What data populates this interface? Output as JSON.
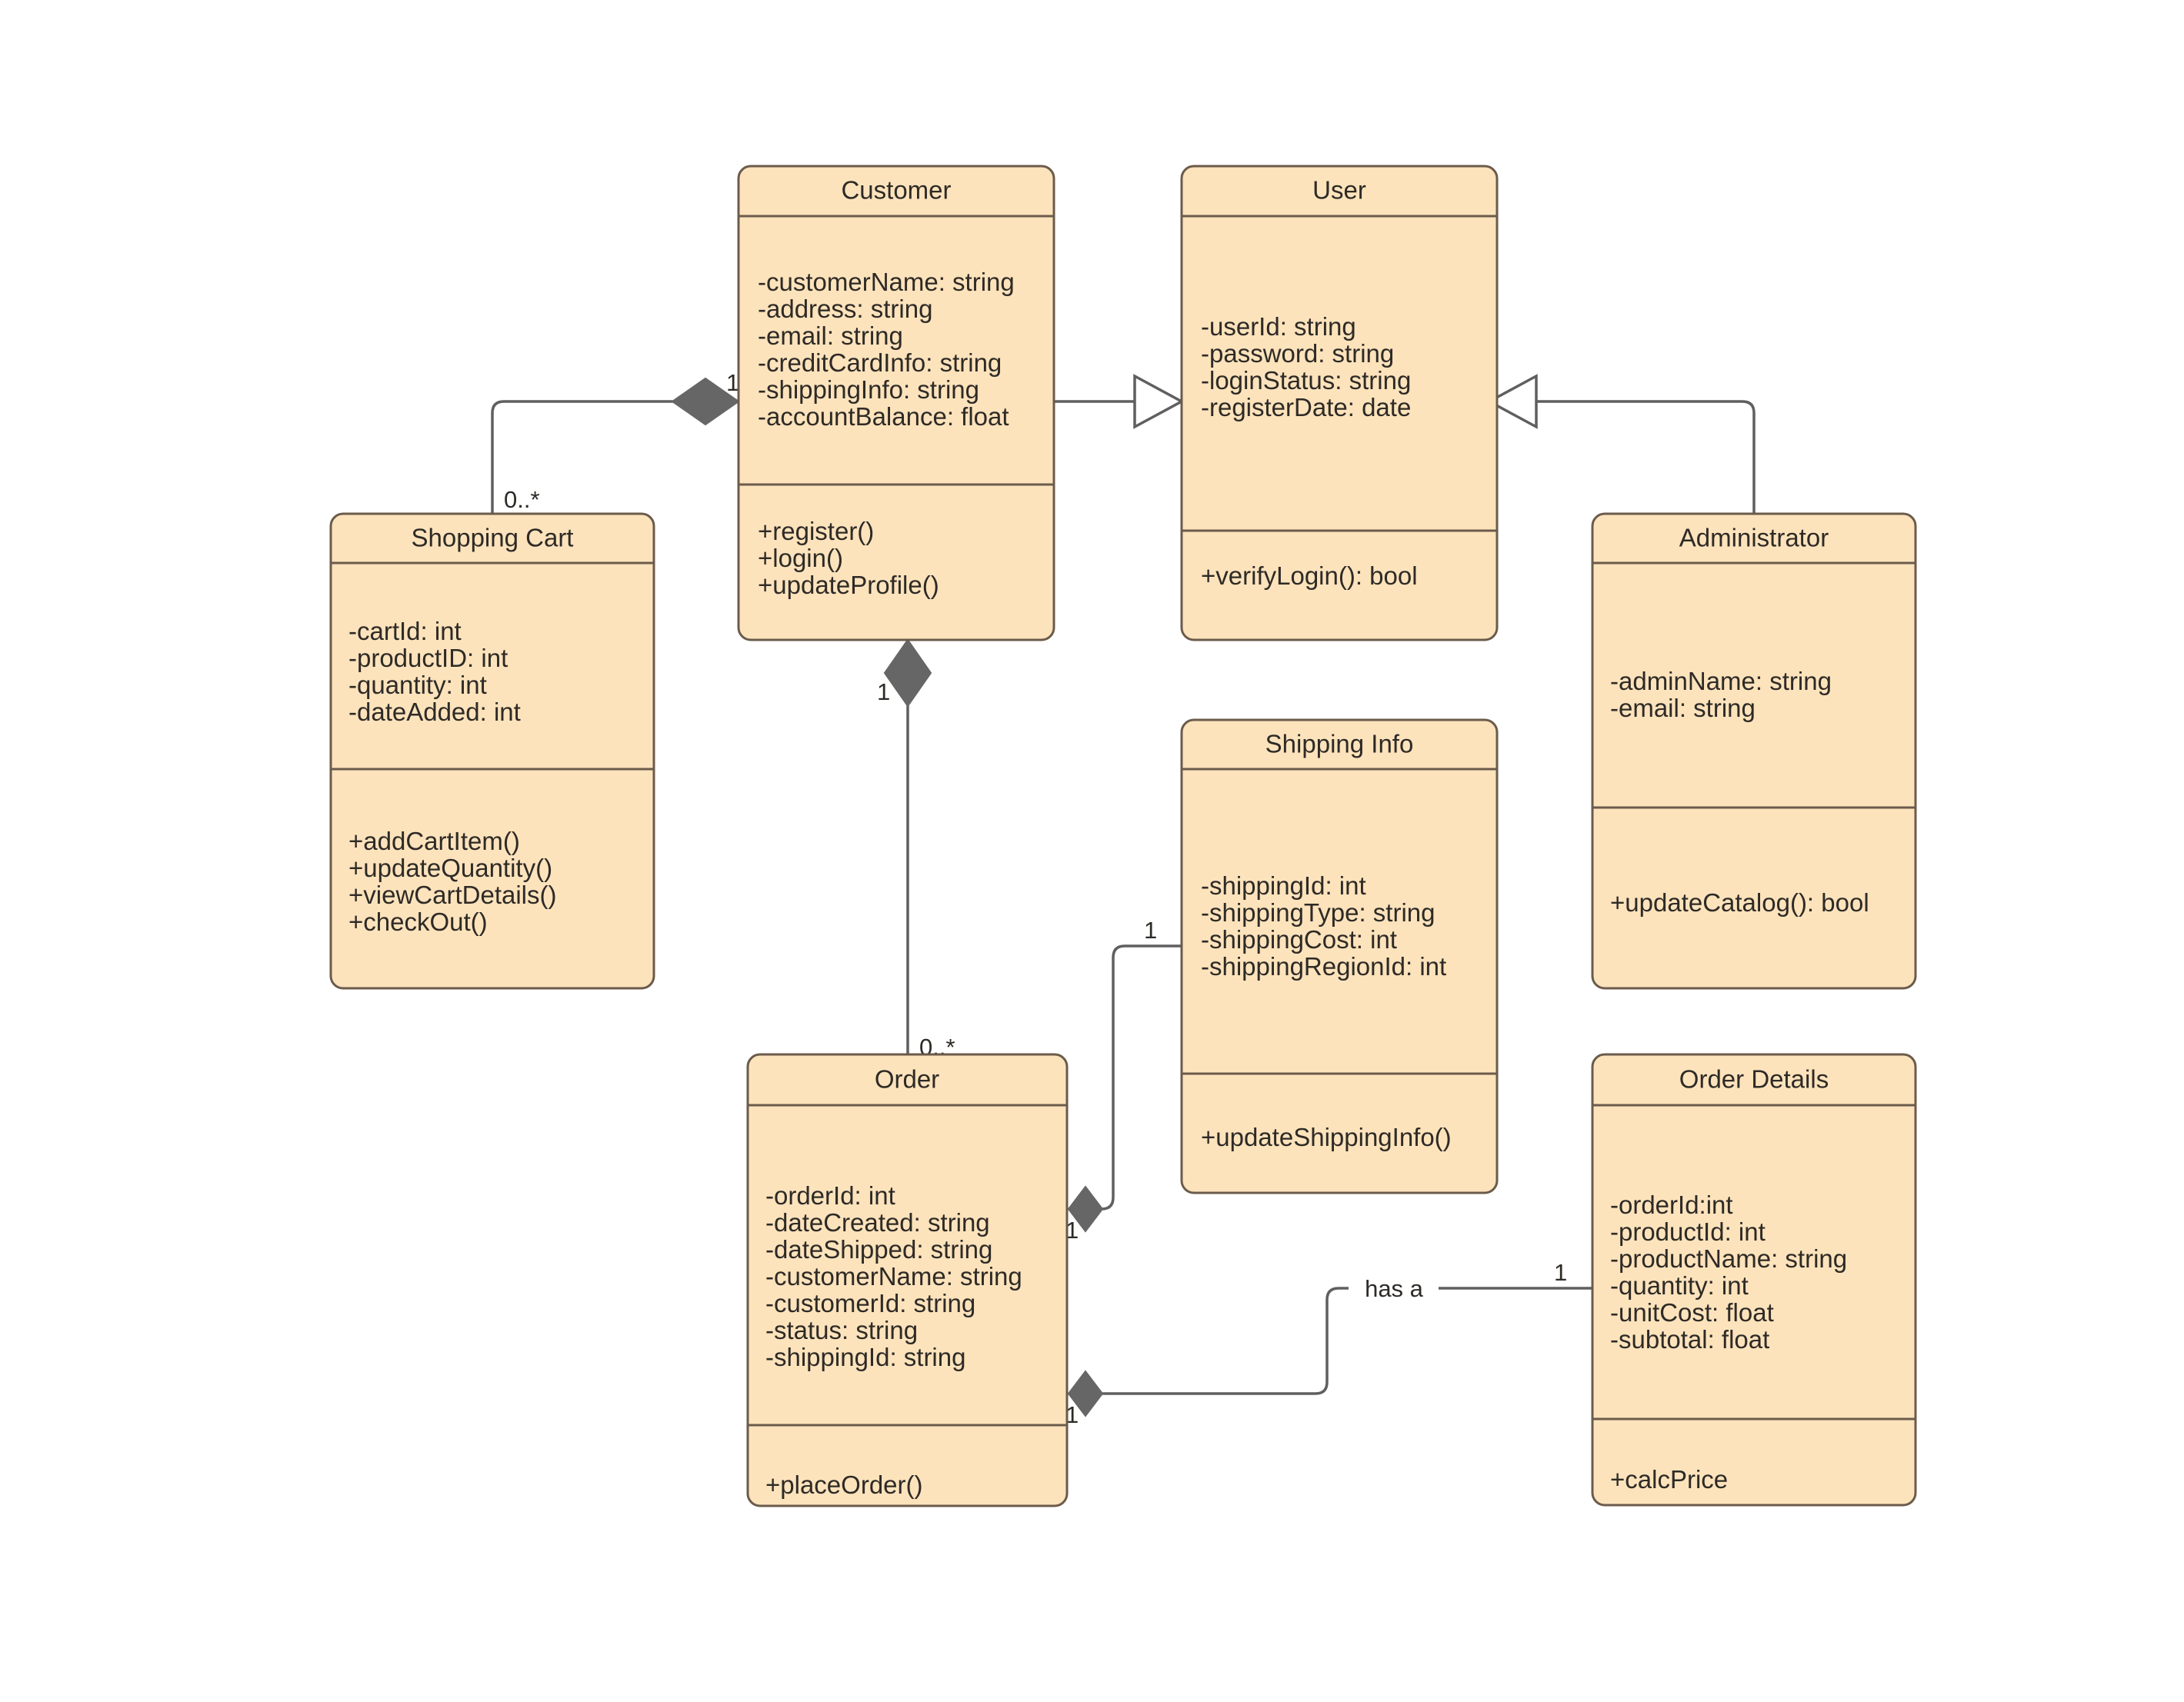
{
  "diagram": {
    "kind": "uml-class-diagram",
    "title": "",
    "colors": {
      "class_fill": "#fce3bc",
      "class_border": "#6b5b4b",
      "connector": "#5f5f5f",
      "diamond_fill": "#666666",
      "text": "#2e2a26",
      "background": "#ffffff"
    }
  },
  "classes": [
    {
      "id": "customer",
      "name": "Customer",
      "attributes": [
        "-customerName: string",
        "-address: string",
        "-email: string",
        "-creditCardInfo: string",
        "-shippingInfo: string",
        "-accountBalance: float"
      ],
      "methods": [
        "+register()",
        "+login()",
        "+updateProfile()"
      ]
    },
    {
      "id": "user",
      "name": "User",
      "attributes": [
        "-userId: string",
        "-password: string",
        "-loginStatus: string",
        "-registerDate: date"
      ],
      "methods": [
        "+verifyLogin(): bool"
      ]
    },
    {
      "id": "shopping-cart",
      "name": "Shopping Cart",
      "attributes": [
        "-cartId: int",
        "-productID: int",
        "-quantity: int",
        "-dateAdded: int"
      ],
      "methods": [
        "+addCartItem()",
        "+updateQuantity()",
        "+viewCartDetails()",
        "+checkOut()"
      ]
    },
    {
      "id": "administrator",
      "name": "Administrator",
      "attributes": [
        "-adminName: string",
        "-email: string"
      ],
      "methods": [
        "+updateCatalog(): bool"
      ]
    },
    {
      "id": "shipping-info",
      "name": "Shipping Info",
      "attributes": [
        "-shippingId: int",
        "-shippingType: string",
        "-shippingCost: int",
        "-shippingRegionId: int"
      ],
      "methods": [
        "+updateShippingInfo()"
      ]
    },
    {
      "id": "order",
      "name": "Order",
      "attributes": [
        "-orderId: int",
        "-dateCreated: string",
        "-dateShipped: string",
        "-customerName: string",
        "-customerId: string",
        "-status: string",
        "-shippingId: string"
      ],
      "methods": [
        "+placeOrder()"
      ]
    },
    {
      "id": "order-details",
      "name": "Order Details",
      "attributes": [
        "-orderId:int",
        "-productId: int",
        "-productName: string",
        "-quantity: int",
        "-unitCost: float",
        "-subtotal: float"
      ],
      "methods": [
        "+calcPrice"
      ]
    }
  ],
  "relationships": [
    {
      "id": "customer-shopping-cart",
      "type": "composition",
      "from": "customer",
      "to": "shopping-cart",
      "label": "",
      "source_multiplicity": "1",
      "target_multiplicity": "0..*"
    },
    {
      "id": "customer-user",
      "type": "generalization",
      "from": "customer",
      "to": "user",
      "label": "",
      "source_multiplicity": "",
      "target_multiplicity": ""
    },
    {
      "id": "administrator-user",
      "type": "generalization",
      "from": "administrator",
      "to": "user",
      "label": "",
      "source_multiplicity": "",
      "target_multiplicity": ""
    },
    {
      "id": "customer-order",
      "type": "composition",
      "from": "customer",
      "to": "order",
      "label": "",
      "source_multiplicity": "1",
      "target_multiplicity": "0..*"
    },
    {
      "id": "order-shipping-info",
      "type": "composition",
      "from": "order",
      "to": "shipping-info",
      "label": "",
      "source_multiplicity": "1",
      "target_multiplicity": "1"
    },
    {
      "id": "order-order-details",
      "type": "composition",
      "from": "order",
      "to": "order-details",
      "label": "has a",
      "source_multiplicity": "1",
      "target_multiplicity": "1"
    }
  ]
}
